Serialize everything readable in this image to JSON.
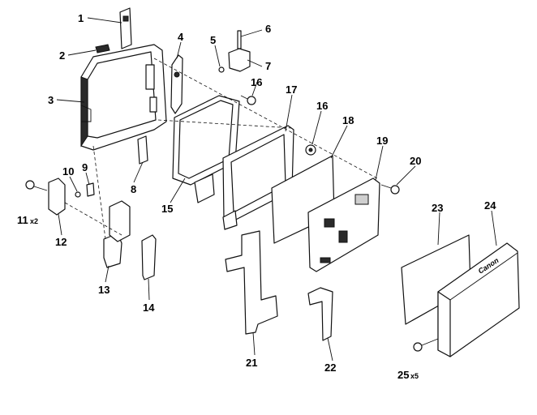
{
  "callouts": [
    {
      "id": "1",
      "text": "1"
    },
    {
      "id": "2",
      "text": "2"
    },
    {
      "id": "3",
      "text": "3"
    },
    {
      "id": "4",
      "text": "4"
    },
    {
      "id": "5",
      "text": "5"
    },
    {
      "id": "6",
      "text": "6"
    },
    {
      "id": "7",
      "text": "7"
    },
    {
      "id": "8",
      "text": "8"
    },
    {
      "id": "9",
      "text": "9"
    },
    {
      "id": "10",
      "text": "10"
    },
    {
      "id": "11",
      "text": "11",
      "suffix": "x2"
    },
    {
      "id": "12",
      "text": "12"
    },
    {
      "id": "13",
      "text": "13"
    },
    {
      "id": "14",
      "text": "14"
    },
    {
      "id": "15",
      "text": "15"
    },
    {
      "id": "16a",
      "text": "16"
    },
    {
      "id": "16b",
      "text": "16"
    },
    {
      "id": "17",
      "text": "17"
    },
    {
      "id": "18",
      "text": "18"
    },
    {
      "id": "19",
      "text": "19"
    },
    {
      "id": "20",
      "text": "20"
    },
    {
      "id": "21",
      "text": "21"
    },
    {
      "id": "22",
      "text": "22"
    },
    {
      "id": "23",
      "text": "23"
    },
    {
      "id": "24",
      "text": "24"
    },
    {
      "id": "25",
      "text": "25",
      "suffix": "x5"
    }
  ],
  "brand_label": "Canon",
  "colors": {
    "ink": "#111111",
    "paper": "#ffffff",
    "shade": "#cfcfcf"
  }
}
